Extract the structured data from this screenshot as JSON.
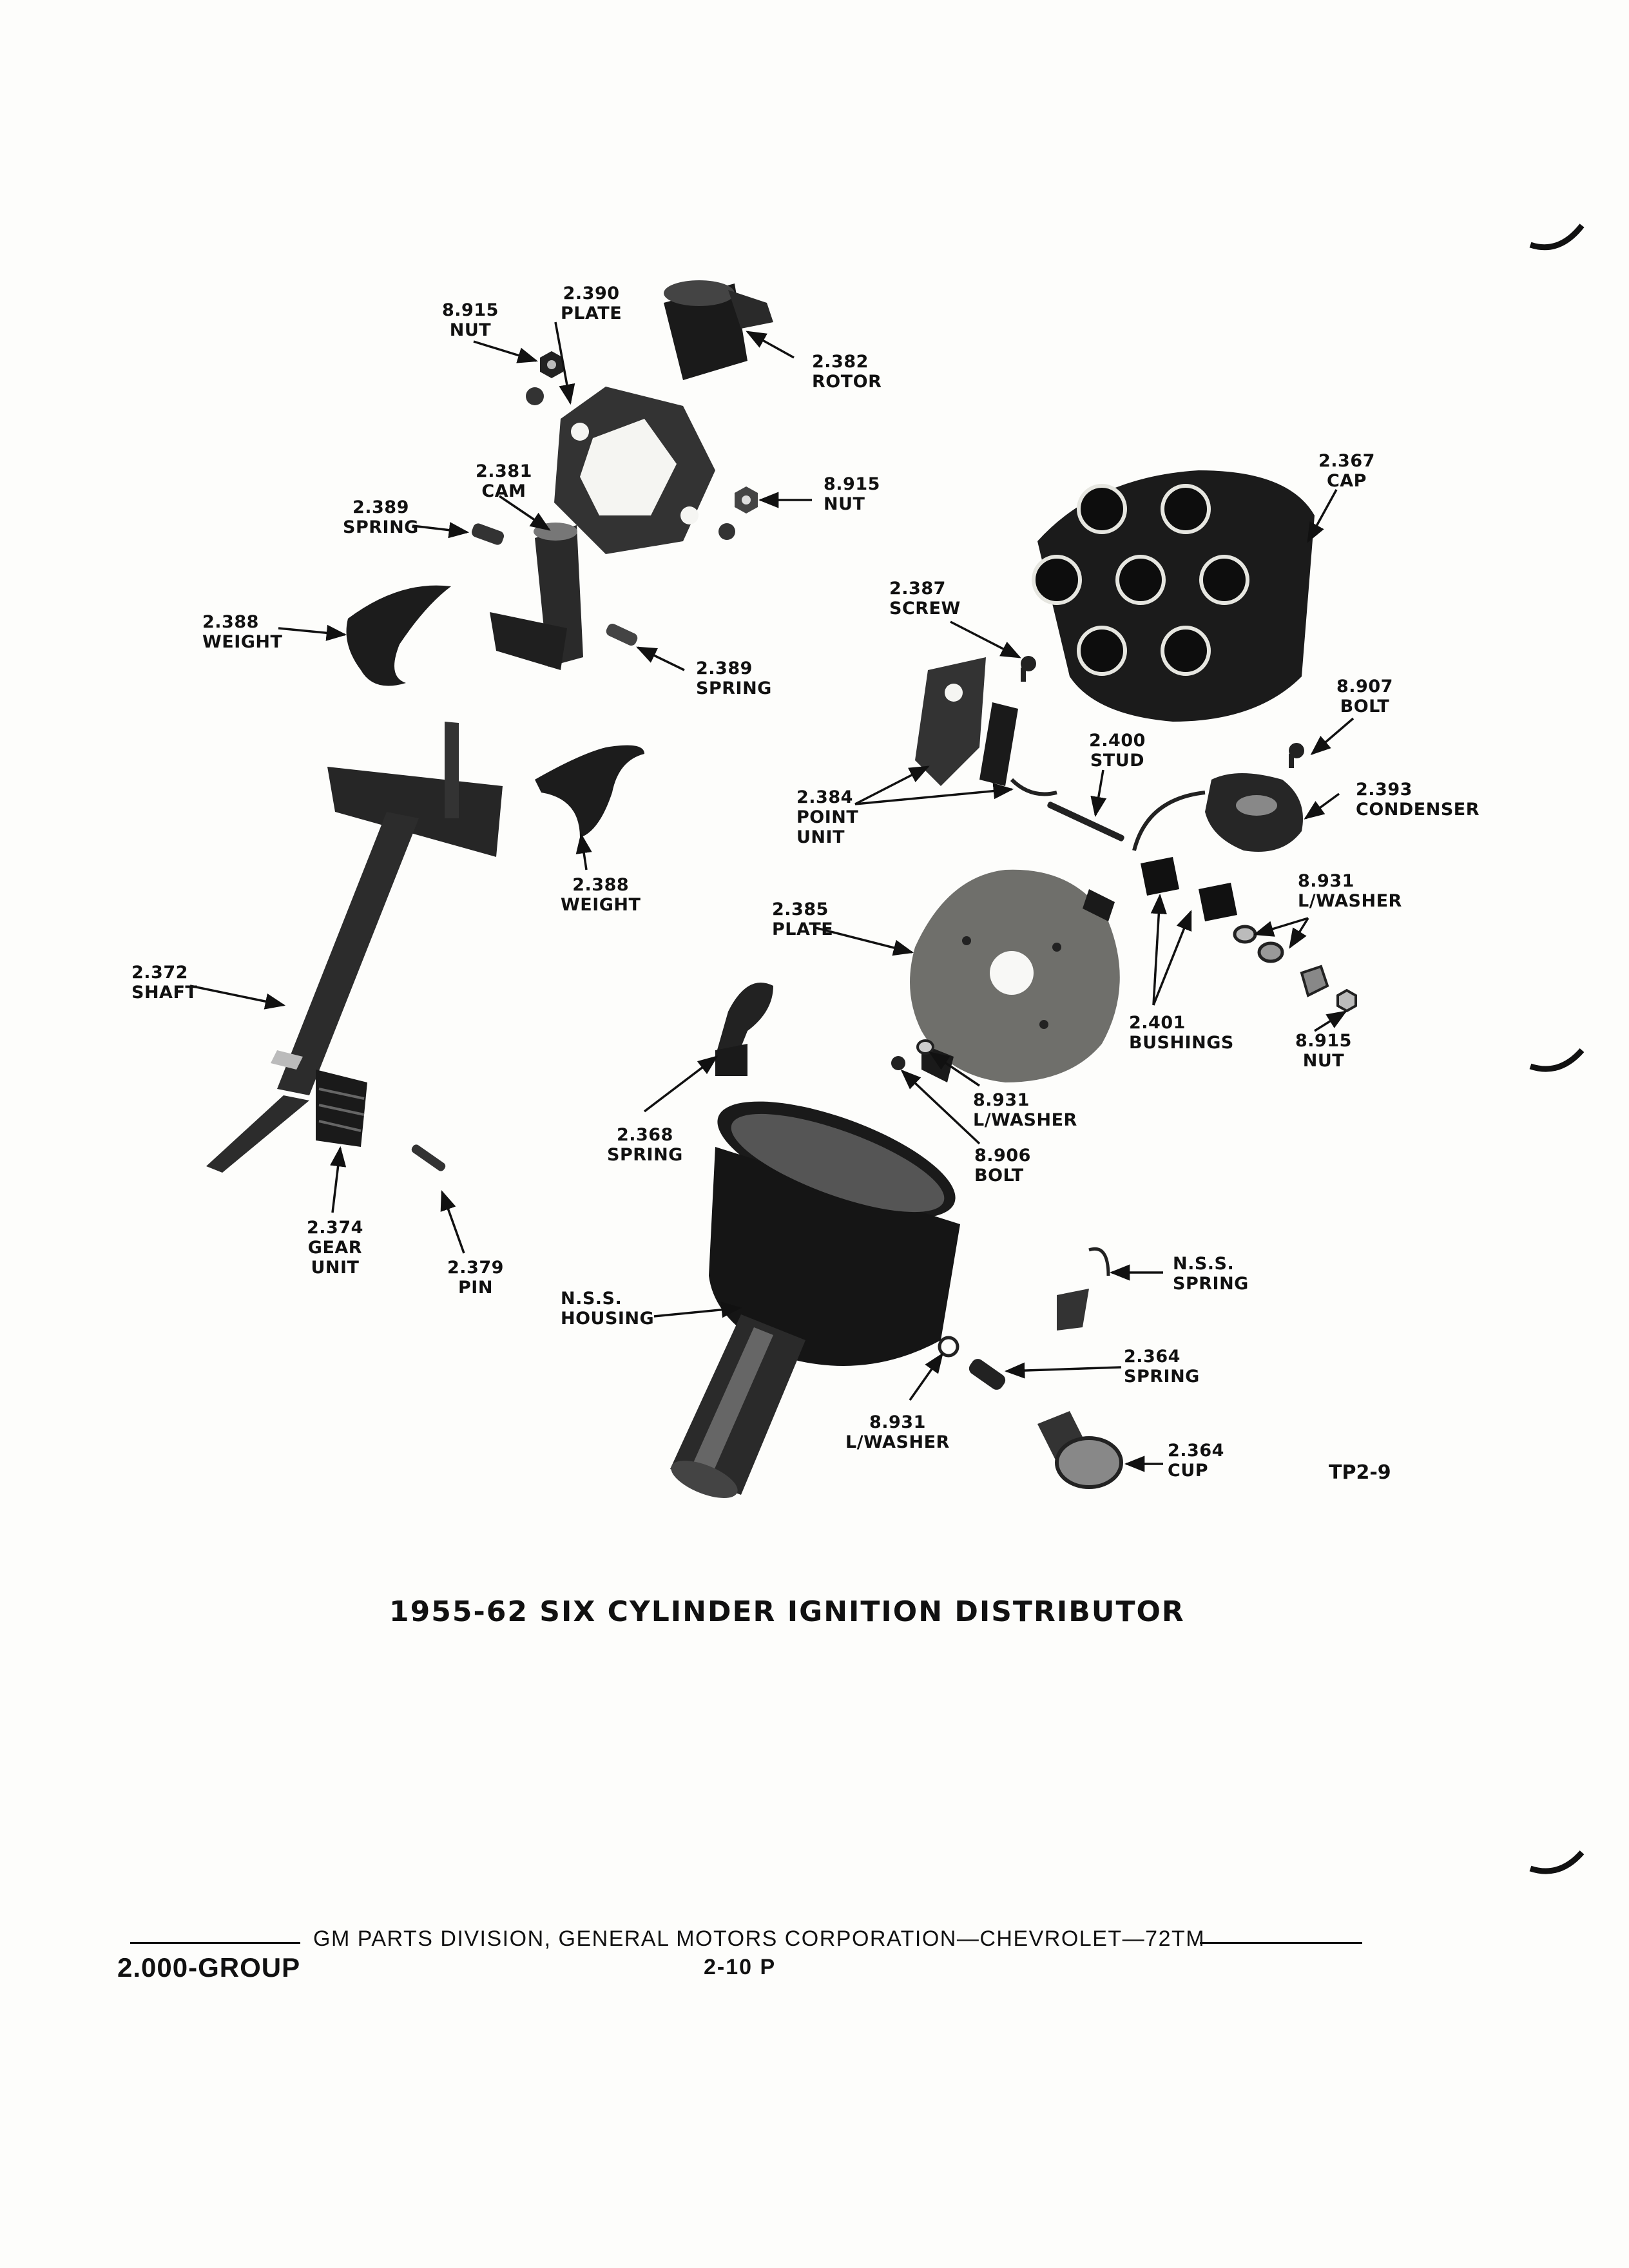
{
  "diagram": {
    "title": "1955-62 SIX CYLINDER IGNITION DISTRIBUTOR",
    "figure_code": "TP2-9",
    "callouts": {
      "nut_top_left": {
        "code": "8.915",
        "name": "NUT"
      },
      "plate_top": {
        "code": "2.390",
        "name": "PLATE"
      },
      "rotor": {
        "code": "2.382",
        "name": "ROTOR"
      },
      "cam": {
        "code": "2.381",
        "name": "CAM"
      },
      "nut_mid": {
        "code": "8.915",
        "name": "NUT"
      },
      "spring_left": {
        "code": "2.389",
        "name": "SPRING"
      },
      "cap": {
        "code": "2.367",
        "name": "CAP"
      },
      "weight_left": {
        "code": "2.388",
        "name": "WEIGHT"
      },
      "screw": {
        "code": "2.387",
        "name": "SCREW"
      },
      "spring_mid": {
        "code": "2.389",
        "name": "SPRING"
      },
      "bolt_cond": {
        "code": "8.907",
        "name": "BOLT"
      },
      "stud": {
        "code": "2.400",
        "name": "STUD"
      },
      "point_unit": {
        "code": "2.384",
        "line1": "POINT",
        "line2": "UNIT"
      },
      "condenser": {
        "code": "2.393",
        "name": "CONDENSER"
      },
      "weight_lower": {
        "code": "2.388",
        "name": "WEIGHT"
      },
      "lwasher_right": {
        "code": "8.931",
        "name": "L/WASHER"
      },
      "plate_breaker": {
        "code": "2.385",
        "name": "PLATE"
      },
      "shaft": {
        "code": "2.372",
        "name": "SHAFT"
      },
      "bushings": {
        "code": "2.401",
        "name": "BUSHINGS"
      },
      "nut_right": {
        "code": "8.915",
        "name": "NUT"
      },
      "lwasher_plate": {
        "code": "8.931",
        "name": "L/WASHER"
      },
      "spring_2368": {
        "code": "2.368",
        "name": "SPRING"
      },
      "bolt_plate": {
        "code": "8.906",
        "name": "BOLT"
      },
      "gear_unit": {
        "code": "2.374",
        "line1": "GEAR",
        "line2": "UNIT"
      },
      "pin": {
        "code": "2.379",
        "name": "PIN"
      },
      "nss_spring": {
        "code": "N.S.S.",
        "name": "SPRING"
      },
      "nss_housing": {
        "code": "N.S.S.",
        "name": "HOUSING"
      },
      "spring_2364": {
        "code": "2.364",
        "name": "SPRING"
      },
      "lwasher_bottom": {
        "code": "8.931",
        "name": "L/WASHER"
      },
      "cup": {
        "code": "2.364",
        "name": "CUP"
      }
    }
  },
  "footer": {
    "publisher": "GM PARTS DIVISION, GENERAL MOTORS CORPORATION—CHEVROLET—72TM",
    "group": "2.000-GROUP",
    "page": "2-10 P"
  }
}
